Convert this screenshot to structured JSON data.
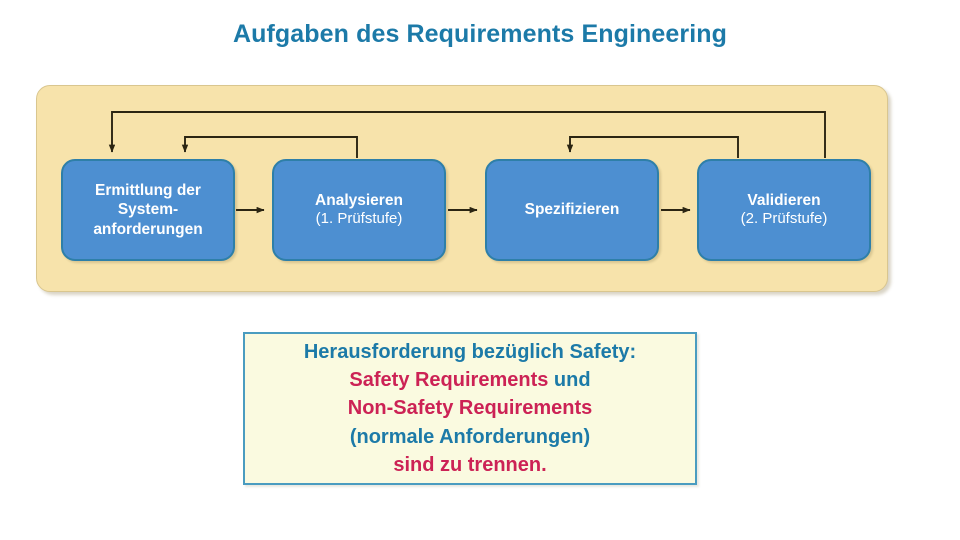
{
  "slide": {
    "title": "Aufgaben des Requirements Engineering",
    "colors": {
      "title_teal": "#1c7aa8",
      "panel_background": "#f7e3ab",
      "stage_fill": "#4d8fd1",
      "stage_border": "#2e7fa8",
      "callout_background": "#fafae0",
      "callout_border": "#4a9cc0",
      "crimson": "#cc2255",
      "connector": "#2b2512"
    }
  },
  "process": {
    "stages": [
      {
        "title": "Ermittlung der\nSystem-\nanforderungen",
        "sub": ""
      },
      {
        "title": "Analysieren",
        "sub": "(1. Prüfstufe)"
      },
      {
        "title": "Spezifizieren",
        "sub": ""
      },
      {
        "title": "Validieren",
        "sub": "(2. Prüfstufe)"
      }
    ],
    "flow_arrows": [
      {
        "from": "Ermittlung der Systemanforderungen",
        "to": "Analysieren"
      },
      {
        "from": "Analysieren",
        "to": "Spezifizieren"
      },
      {
        "from": "Spezifizieren",
        "to": "Validieren"
      }
    ],
    "feedback_arrows": [
      {
        "from": "Validieren",
        "to": "Ermittlung der Systemanforderungen"
      },
      {
        "from": "Analysieren",
        "to": "Analysieren"
      },
      {
        "from": "Validieren",
        "to": "Spezifizieren"
      }
    ]
  },
  "callout": {
    "lines": [
      [
        {
          "text": "Herausforderung bezüglich Safety:",
          "color": "teal"
        }
      ],
      [
        {
          "text": "Safety Requirements",
          "color": "crimson"
        },
        {
          "text": " und",
          "color": "teal"
        }
      ],
      [
        {
          "text": "Non-Safety Requirements",
          "color": "crimson"
        }
      ],
      [
        {
          "text": "(normale Anforderungen)",
          "color": "teal"
        }
      ],
      [
        {
          "text": "sind zu trennen.",
          "color": "crimson"
        }
      ]
    ]
  }
}
